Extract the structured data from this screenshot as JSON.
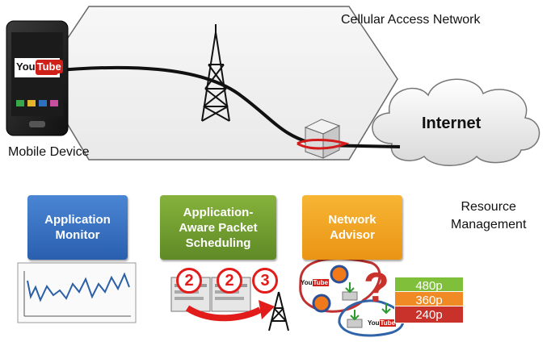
{
  "labels": {
    "cellular": "Cellular Access Network",
    "internet": "Internet",
    "mobile_device": "Mobile Device",
    "resource": "Resource\nManagement",
    "youtube_you": "You",
    "youtube_tube": "Tube"
  },
  "boxes": {
    "monitor": "Application\nMonitor",
    "scheduling": "Application-\nAware Packet\nScheduling",
    "advisor": "Network\nAdvisor"
  },
  "resolutions": [
    "480p",
    "360p",
    "240p"
  ],
  "badges": [
    "2",
    "2",
    "3"
  ],
  "colors": {
    "monitor": "#2f6fbf",
    "scheduling": "#6f9a2e",
    "advisor": "#f2a21a",
    "res_480": "#7fbf3a",
    "res_360": "#f08a24",
    "res_240": "#c9322b",
    "accent_red": "#e21b1b"
  }
}
